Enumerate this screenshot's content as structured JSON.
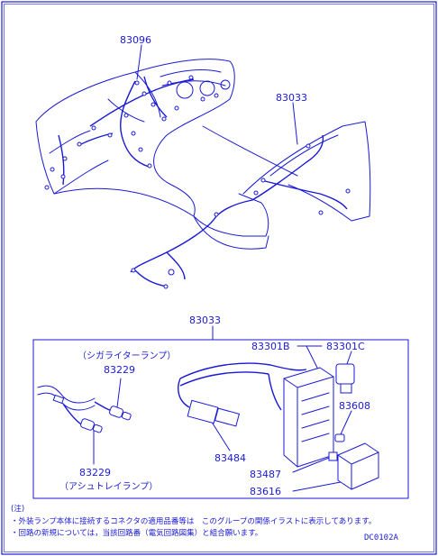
{
  "parts": {
    "harness_top": "83096",
    "harness_floor": "83033",
    "detail_title": "83033",
    "relay_b": "83301B",
    "relay_c": "83301C",
    "lamp_cigar_label": "（シガライターランプ）",
    "lamp_cigar": "83229",
    "lamp_ash": "83229",
    "lamp_ash_label": "（アシュトレイランプ）",
    "part_83608": "83608",
    "part_83484": "83484",
    "part_83487": "83487",
    "part_83616": "83616"
  },
  "notes": {
    "header": "(注)",
    "line1": "・外装ランプ本体に接続するコネクタの適用品番等は　このグループの関係イラストに表示してあります。",
    "line2": "・回路の新規については，当該回路番（電気回路図集）と組合願います。"
  },
  "diagram_code": "DC0102A",
  "colors": {
    "ink": "#1a1ad6",
    "background": "#ffffff"
  }
}
